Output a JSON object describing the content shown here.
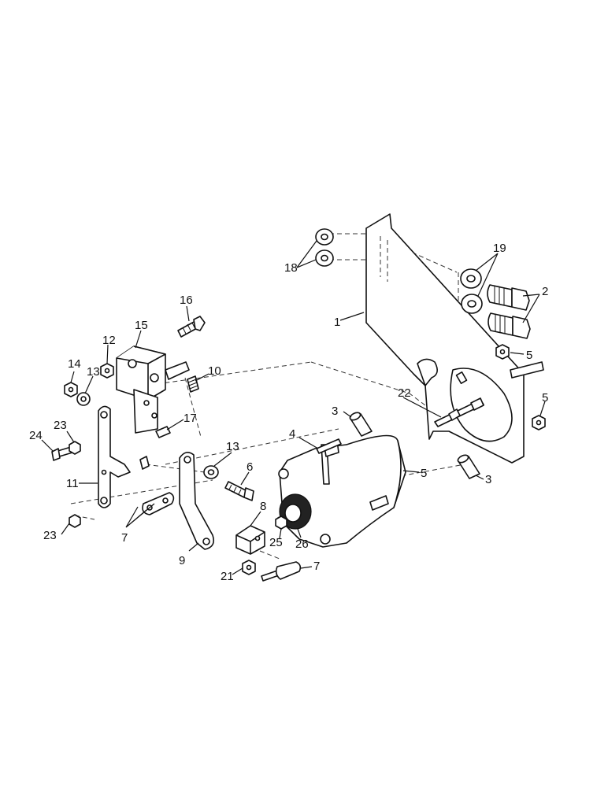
{
  "callouts": [
    {
      "id": "c1",
      "text": "1"
    },
    {
      "id": "c2",
      "text": "2"
    },
    {
      "id": "c3a",
      "text": "3"
    },
    {
      "id": "c3b",
      "text": "3"
    },
    {
      "id": "c4",
      "text": "4"
    },
    {
      "id": "c5a",
      "text": "5"
    },
    {
      "id": "c5b",
      "text": "5"
    },
    {
      "id": "c5c",
      "text": "5"
    },
    {
      "id": "c6",
      "text": "6"
    },
    {
      "id": "c7a",
      "text": "7"
    },
    {
      "id": "c7b",
      "text": "7"
    },
    {
      "id": "c8",
      "text": "8"
    },
    {
      "id": "c9",
      "text": "9"
    },
    {
      "id": "c10",
      "text": "10"
    },
    {
      "id": "c11",
      "text": "11"
    },
    {
      "id": "c12",
      "text": "12"
    },
    {
      "id": "c13a",
      "text": "13"
    },
    {
      "id": "c13b",
      "text": "13"
    },
    {
      "id": "c14",
      "text": "14"
    },
    {
      "id": "c15",
      "text": "15"
    },
    {
      "id": "c16",
      "text": "16"
    },
    {
      "id": "c17",
      "text": "17"
    },
    {
      "id": "c18",
      "text": "18"
    },
    {
      "id": "c19",
      "text": "19"
    },
    {
      "id": "c21",
      "text": "21"
    },
    {
      "id": "c22",
      "text": "22"
    },
    {
      "id": "c23a",
      "text": "23"
    },
    {
      "id": "c23b",
      "text": "23"
    },
    {
      "id": "c24",
      "text": "24"
    },
    {
      "id": "c25",
      "text": "25"
    },
    {
      "id": "c26",
      "text": "26"
    }
  ]
}
